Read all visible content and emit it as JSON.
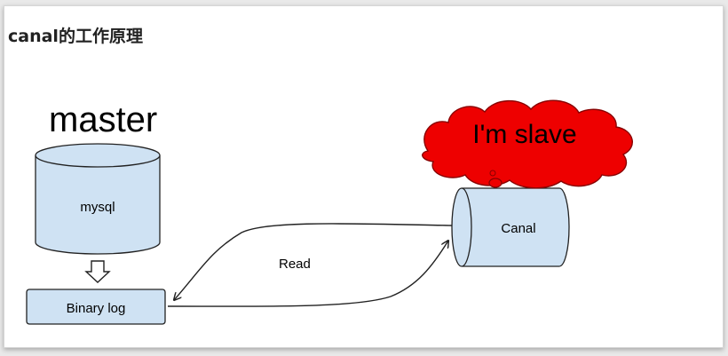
{
  "page": {
    "title": "canal的工作原理"
  },
  "diagram": {
    "master_label": "master",
    "mysql_label": "mysql",
    "binlog_label": "Binary log",
    "canal_label": "Canal",
    "read_label": "Read",
    "bubble_label": "I'm slave"
  },
  "colors": {
    "node_fill": "#cfe2f3",
    "node_stroke": "#222222",
    "bubble_fill": "#ee0000",
    "bubble_stroke": "#880000",
    "arrow": "#222222"
  }
}
